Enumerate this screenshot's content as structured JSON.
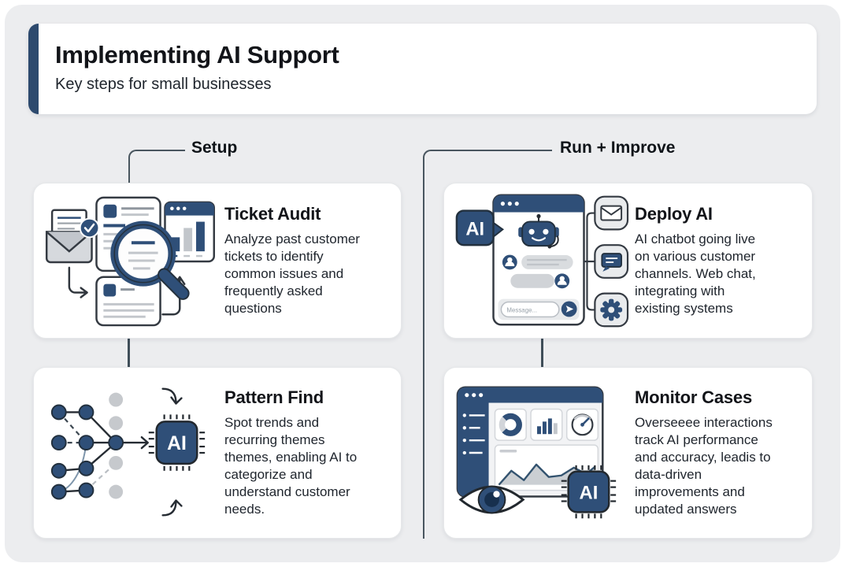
{
  "header": {
    "title": "Implementing AI Support",
    "subtitle": "Key steps for small businesses"
  },
  "columns": [
    {
      "label": "Setup"
    },
    {
      "label": "Run + Improve"
    }
  ],
  "cards": [
    {
      "title": "Ticket Audit",
      "description": "Analyze past customer\ntickets to identify\ncommon issues and\nfrequently asked\nquestions"
    },
    {
      "title": "Pattern Find",
      "description": "Spot trends and\nrecurring themes\nthemes, enabling AI to\ncategorize and\nunderstand customer\nneeds."
    },
    {
      "title": "Deploy AI",
      "description": "AI chatbot going live\non various customer\nchannels. Web chat,\nintegrating with\nexisting systems"
    },
    {
      "title": "Monitor Cases",
      "description": "Overseeee interactions\ntrack AI performance\nand accuracy, leadis to\ndata-driven\nimprovements and\nupdated answers"
    }
  ],
  "illustrations": {
    "ai_label": "AI",
    "message_placeholder": "Message..."
  },
  "colors": {
    "navy": "#2f4f78",
    "accent_bar": "#2d4a6e",
    "canvas_bg": "#ecedef",
    "connector": "#49565f",
    "illustration_gray": "#c9ccd1"
  }
}
